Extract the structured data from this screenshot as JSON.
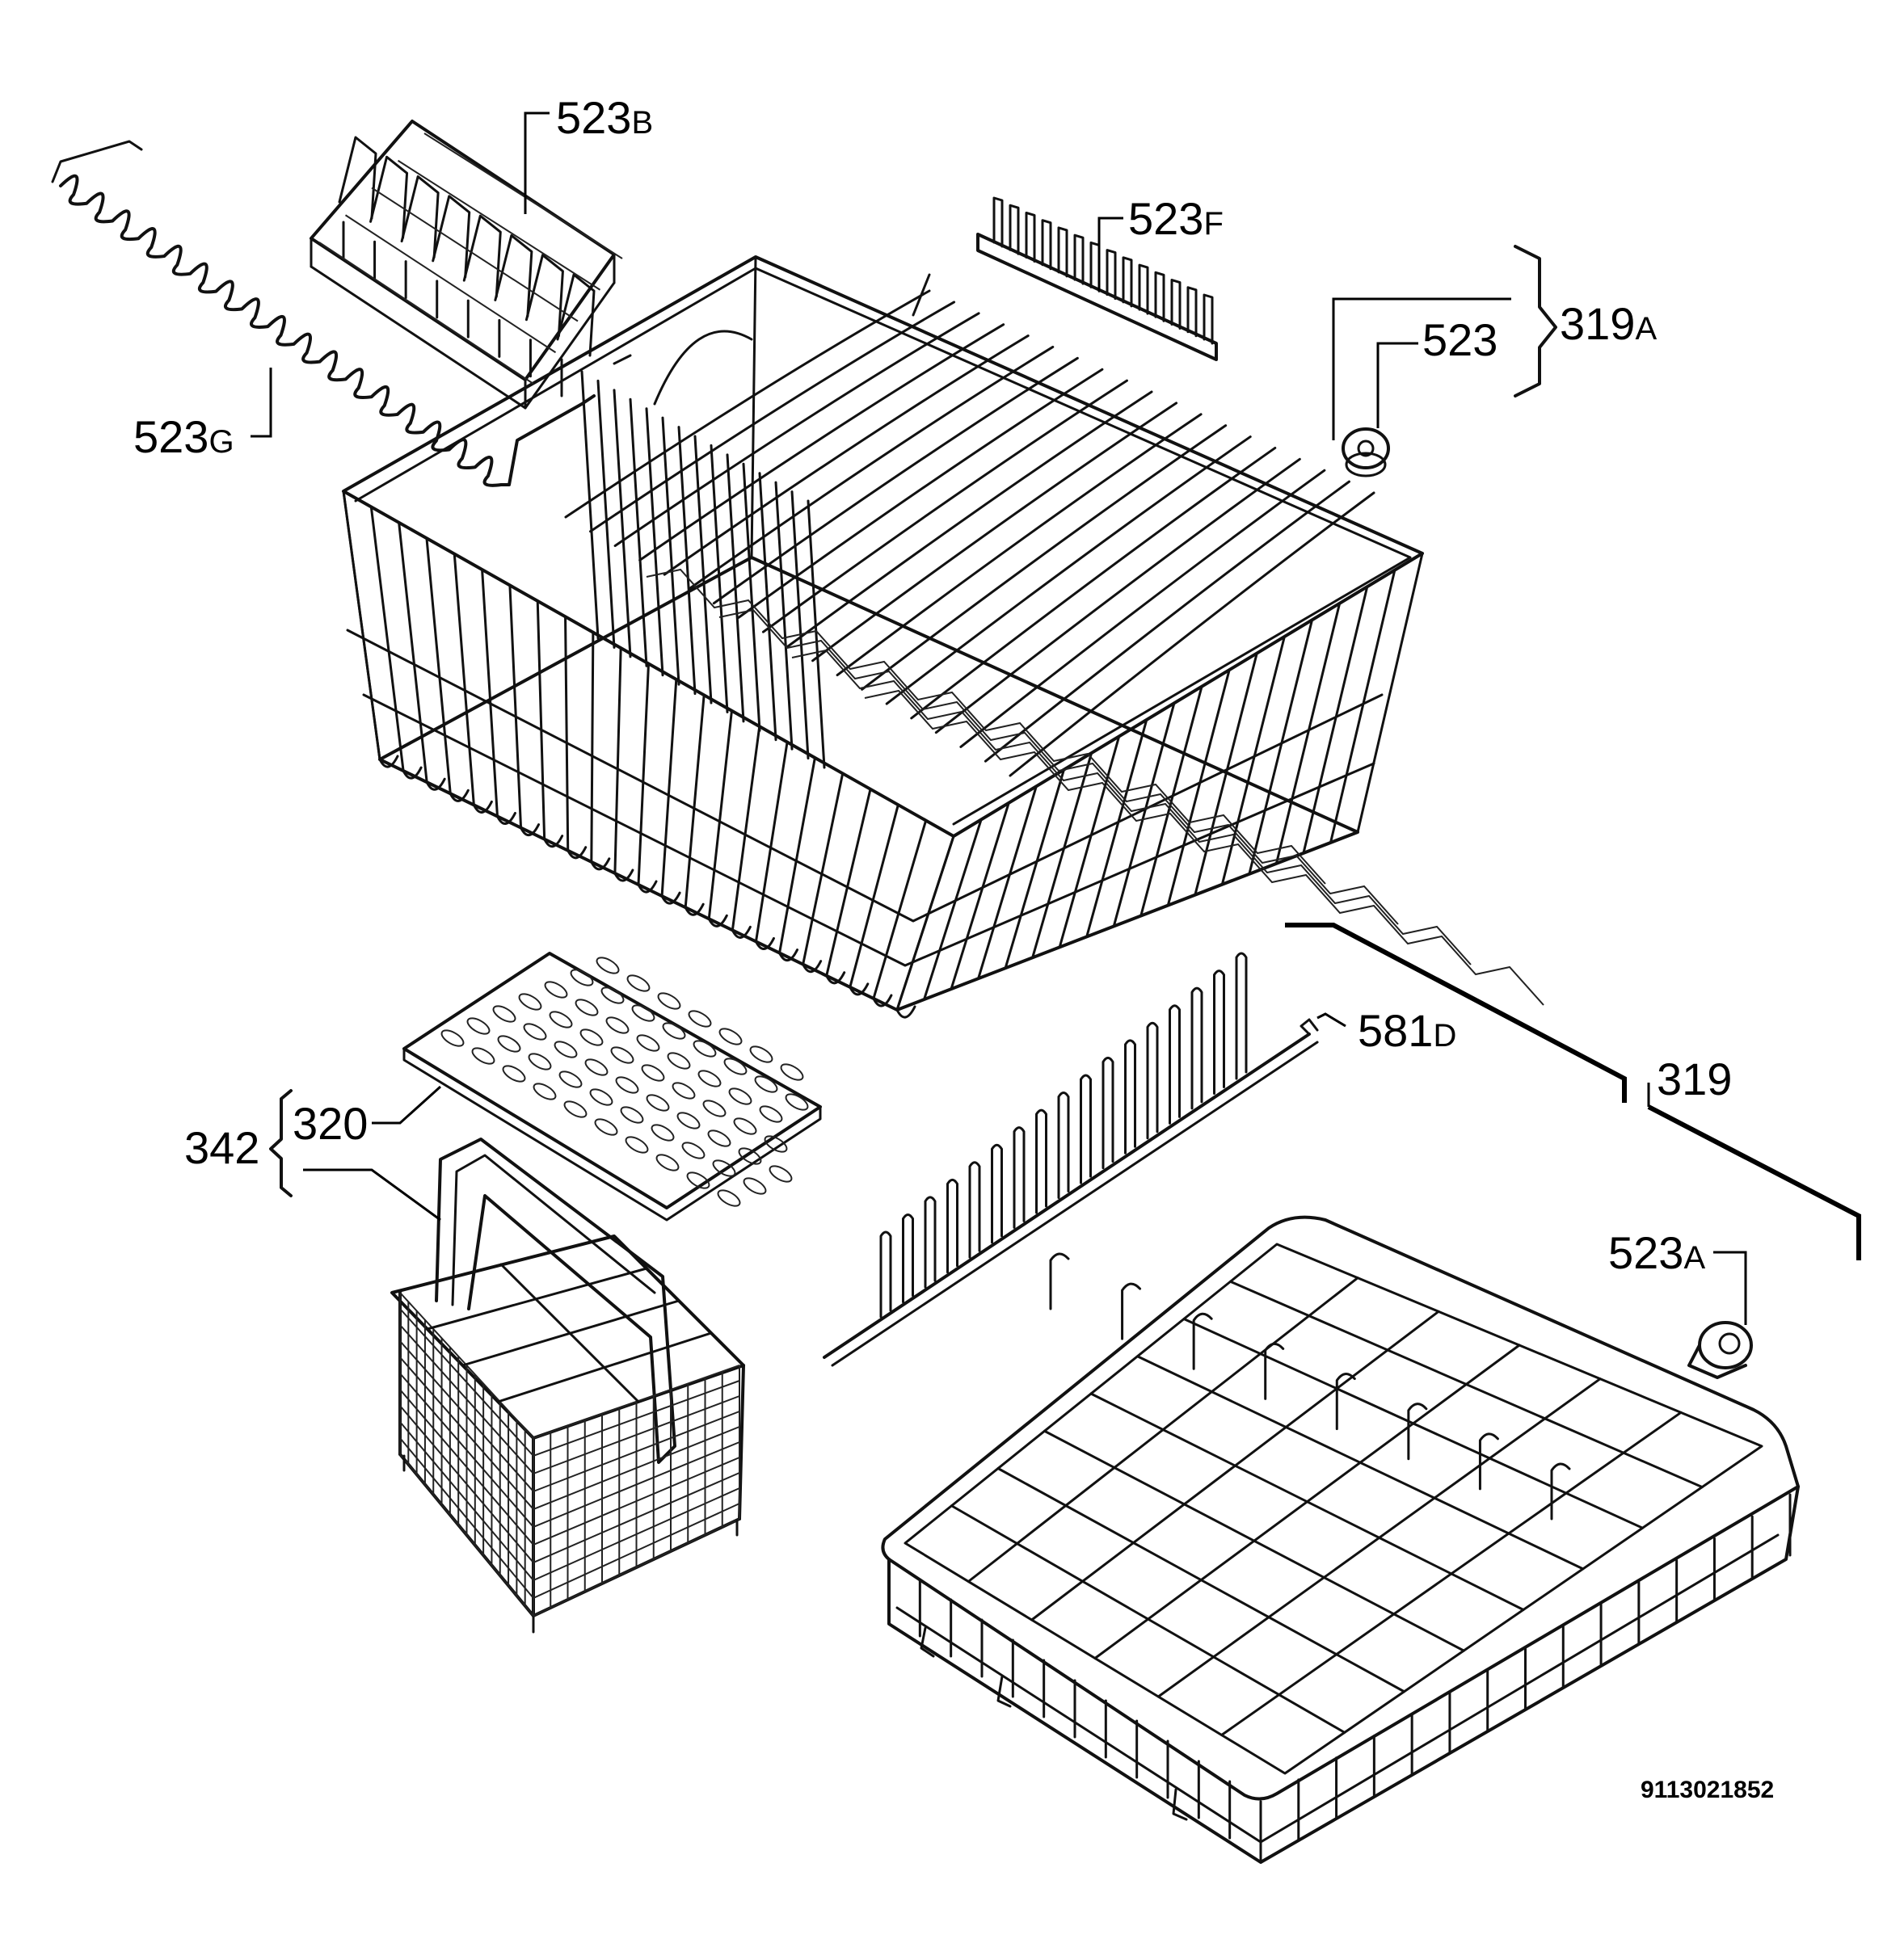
{
  "labels": {
    "l523B": {
      "main": "523",
      "suffix": "B"
    },
    "l523F": {
      "main": "523",
      "suffix": "F"
    },
    "l523G": {
      "main": "523",
      "suffix": "G"
    },
    "l523": {
      "main": "523"
    },
    "l319A": {
      "main": "319",
      "suffix": "A"
    },
    "l581D": {
      "main": "581",
      "suffix": "D"
    },
    "l319": {
      "main": "319"
    },
    "l320": {
      "main": "320"
    },
    "l342": {
      "main": "342"
    },
    "l523A": {
      "main": "523",
      "suffix": "A"
    }
  },
  "drawing_code": "9113021852"
}
